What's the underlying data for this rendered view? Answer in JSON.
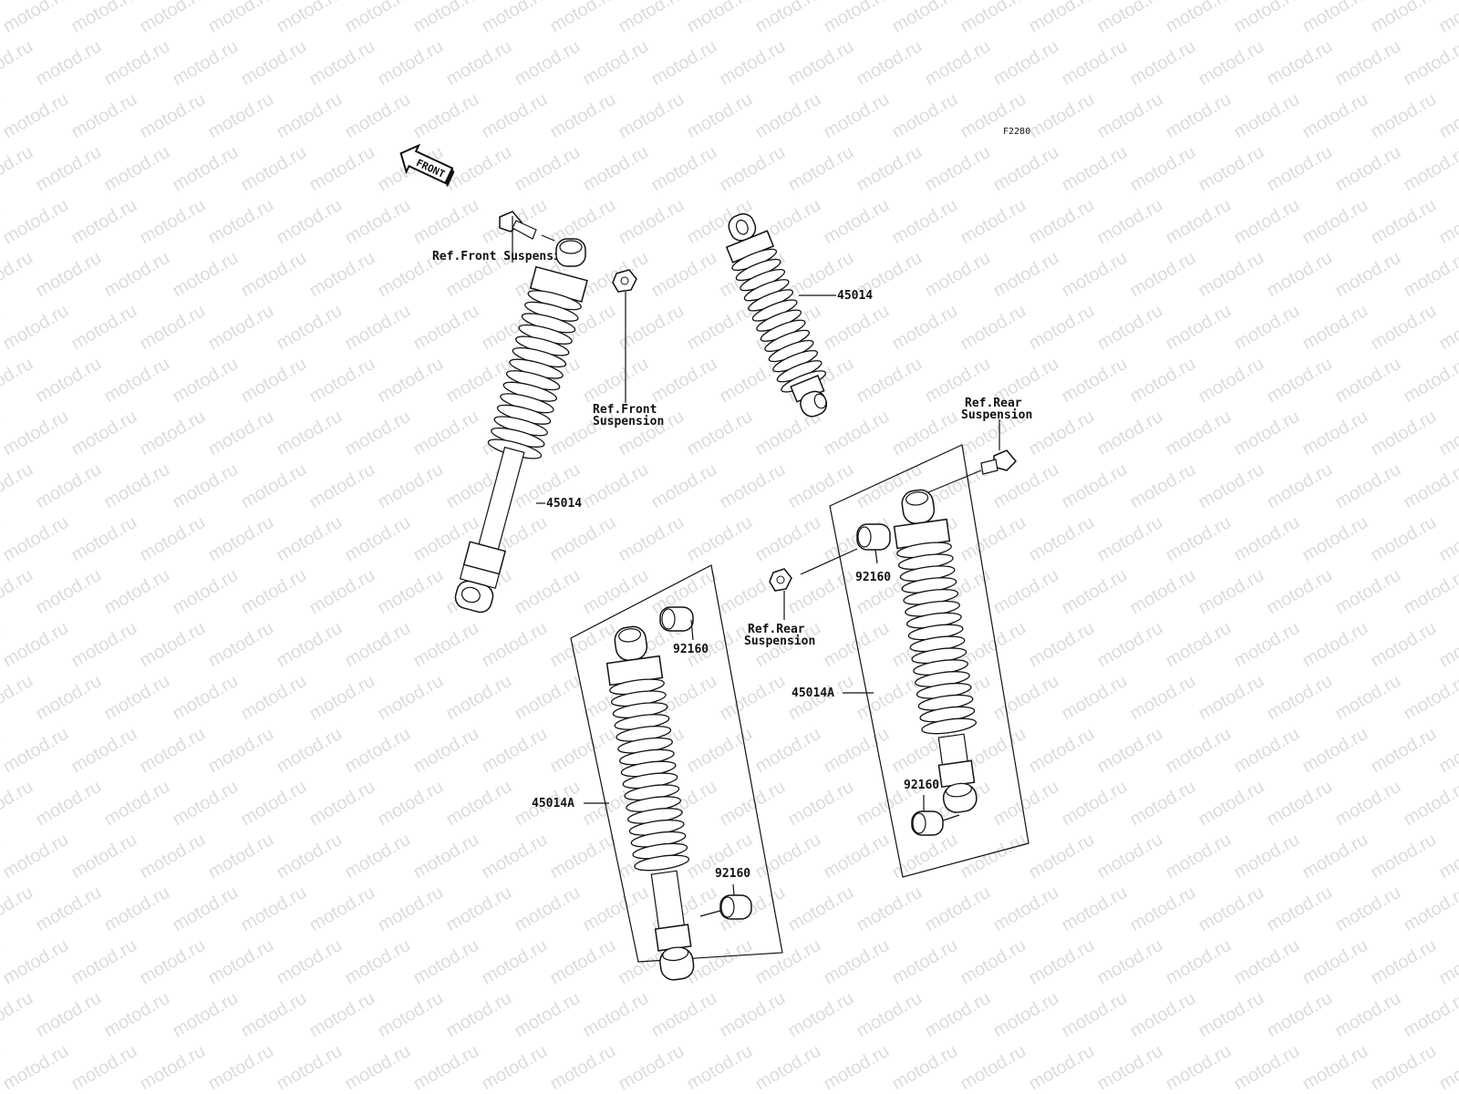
{
  "figure_code": "F2280",
  "front_arrow_text": "FRONT",
  "watermark_text": "motod.ru",
  "labels": {
    "ref_front_top": "Ref.Front Suspension",
    "ref_front_nut_l1": "Ref.Front",
    "ref_front_nut_l2": "Suspension",
    "part_45014_upper": "45014",
    "part_45014_left": "45014",
    "ref_rear_bolt_l1": "Ref.Rear",
    "ref_rear_bolt_l2": "Suspension",
    "ref_rear_nut_l1": "Ref.Rear",
    "ref_rear_nut_l2": "Suspension",
    "part_92160_a": "92160",
    "part_92160_b": "92160",
    "part_92160_c": "92160",
    "part_92160_d": "92160",
    "part_45014A_left": "45014A",
    "part_45014A_right": "45014A"
  }
}
